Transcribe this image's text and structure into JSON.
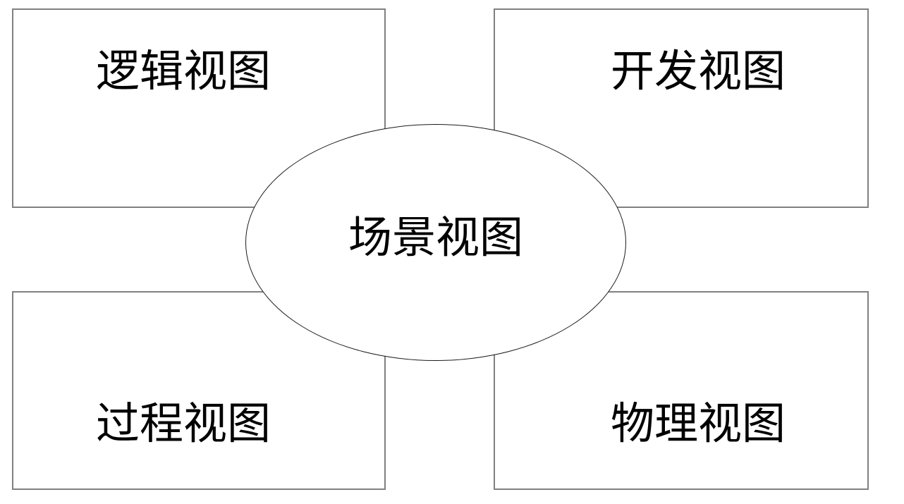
{
  "diagram": {
    "type": "4+1-architectural-view-model",
    "background_color": "#ffffff",
    "box_border_color": "#808080",
    "ellipse_border_color": "#1a1a1a",
    "text_color": "#000000",
    "boxes": [
      {
        "id": "logical",
        "label": "逻辑视图",
        "position": "top-left"
      },
      {
        "id": "development",
        "label": "开发视图",
        "position": "top-right"
      },
      {
        "id": "process",
        "label": "过程视图",
        "position": "bottom-left"
      },
      {
        "id": "physical",
        "label": "物理视图",
        "position": "bottom-right"
      }
    ],
    "center": {
      "id": "scenario",
      "label": "场景视图",
      "shape": "ellipse"
    }
  }
}
